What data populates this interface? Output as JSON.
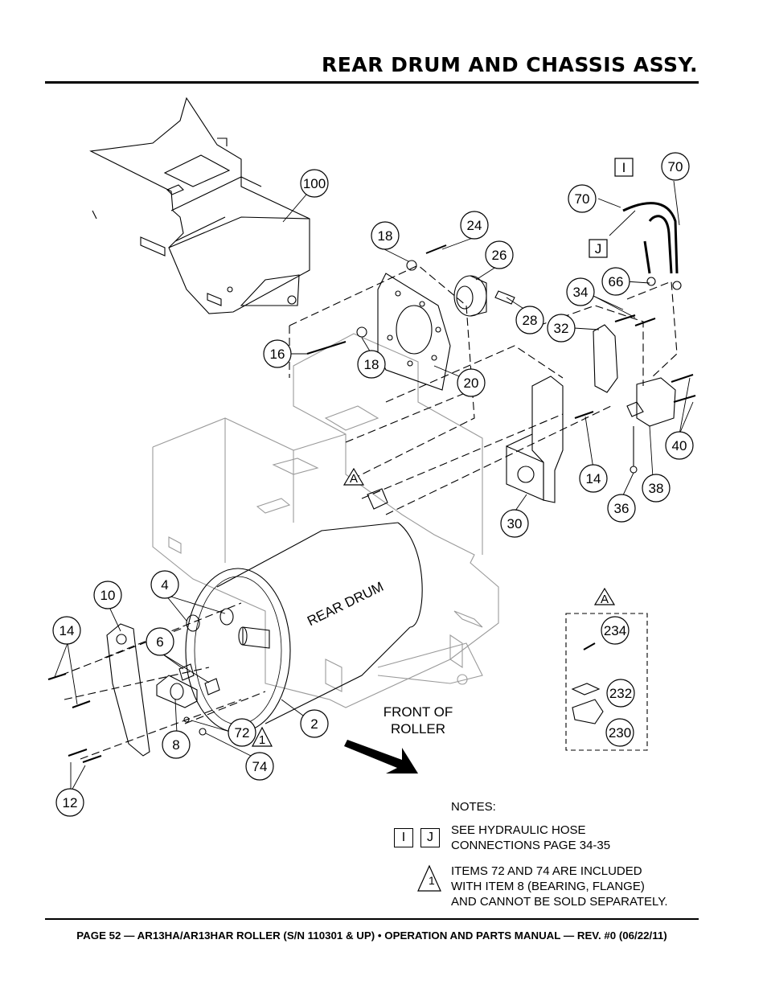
{
  "page_title": "REAR DRUM AND CHASSIS ASSY.",
  "footer": "PAGE 52 — AR13HA/AR13HAR ROLLER (S/N 110301 & UP) • OPERATION AND PARTS MANUAL — REV. #0 (06/22/11)",
  "diagram": {
    "callouts": [
      "100",
      "24",
      "18",
      "26",
      "28",
      "16",
      "18",
      "20",
      "70",
      "70",
      "66",
      "34",
      "32",
      "40",
      "14",
      "38",
      "36",
      "30",
      "10",
      "4",
      "14",
      "6",
      "2",
      "8",
      "72",
      "74",
      "12",
      "234",
      "232",
      "230"
    ],
    "ref_boxes": [
      "I",
      "J"
    ],
    "detail_flags": [
      "A",
      "A"
    ],
    "note_flag": "1",
    "drum_label": "REAR DRUM",
    "front_label_line1": "FRONT OF",
    "front_label_line2": "ROLLER"
  },
  "notes": {
    "heading": "NOTES:",
    "box_i": "I",
    "box_j": "J",
    "note1": "SEE HYDRAULIC HOSE",
    "note1b": "CONNECTIONS PAGE 34-35",
    "flag": "1",
    "note2a": "ITEMS 72 AND 74 ARE INCLUDED",
    "note2b": "WITH ITEM 8 (BEARING, FLANGE)",
    "note2c": "AND CANNOT BE SOLD SEPARATELY."
  }
}
